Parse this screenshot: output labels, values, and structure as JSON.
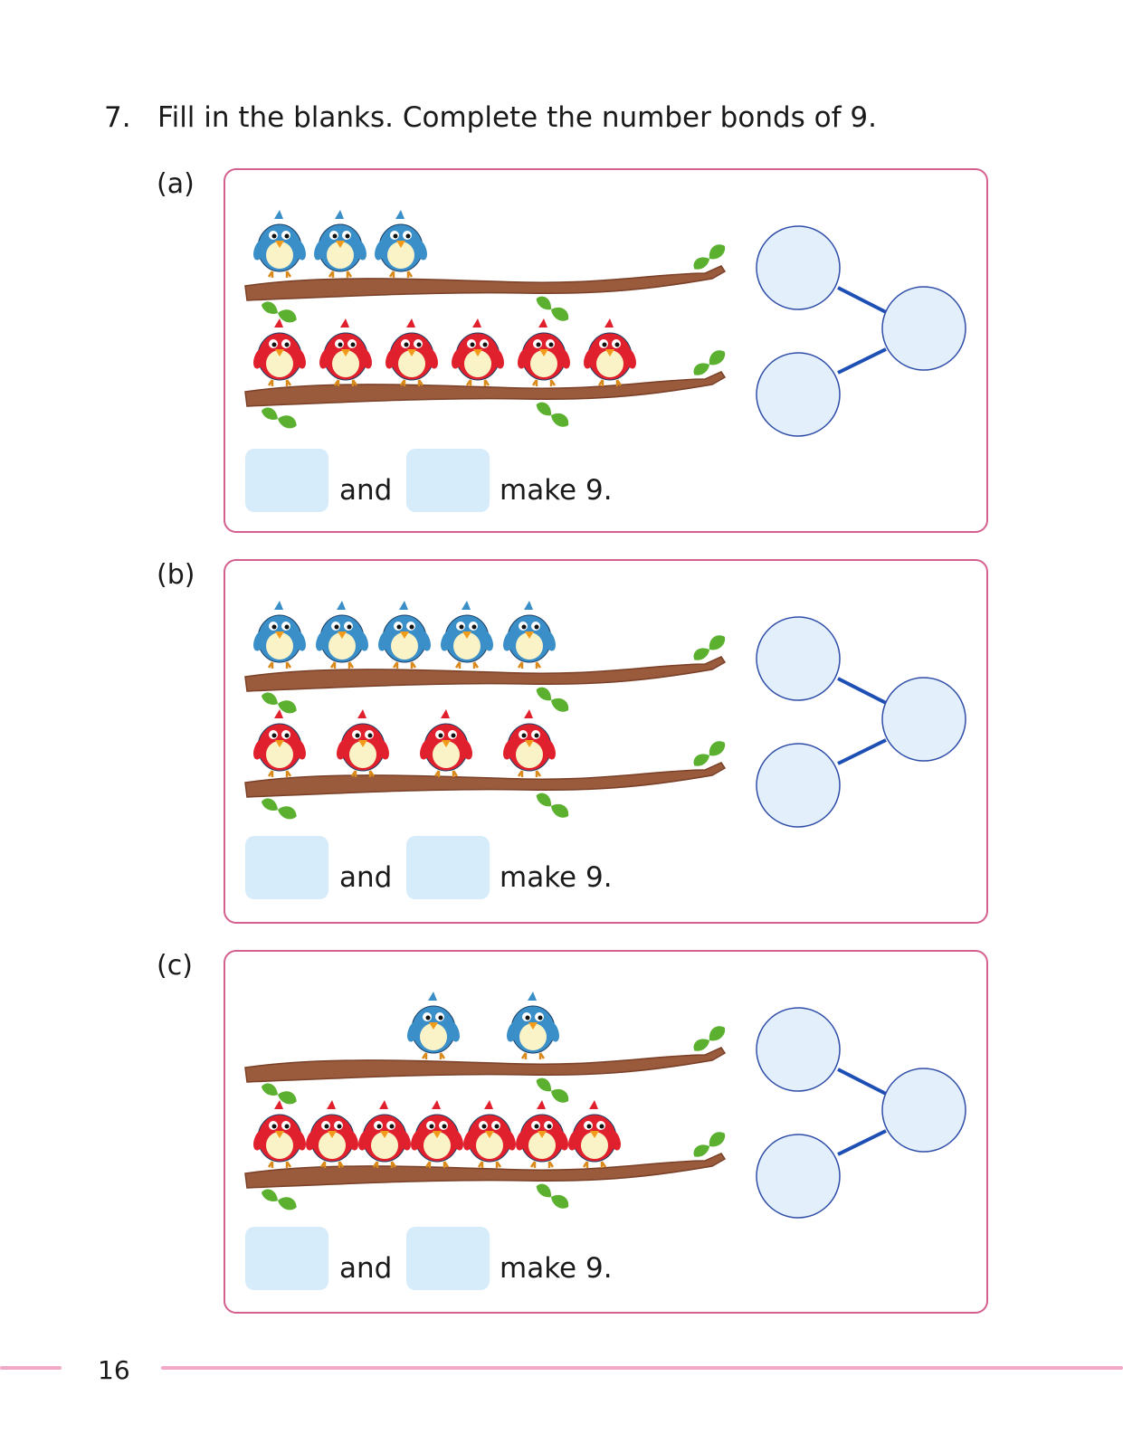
{
  "question": {
    "number": "7.",
    "text": "Fill in the blanks. Complete the number bonds of 9."
  },
  "parts": [
    {
      "label": "(a)",
      "top_row": {
        "color": "blue",
        "birds": 3
      },
      "bottom_row": {
        "color": "red",
        "birds": 6
      },
      "sentence": {
        "and": "and",
        "end": "make 9."
      }
    },
    {
      "label": "(b)",
      "top_row": {
        "color": "blue",
        "birds": 5
      },
      "bottom_row": {
        "color": "red",
        "birds": 4
      },
      "sentence": {
        "and": "and",
        "end": "make 9."
      }
    },
    {
      "label": "(c)",
      "top_row": {
        "color": "blue",
        "birds": 2
      },
      "bottom_row": {
        "color": "red",
        "birds": 7
      },
      "sentence": {
        "and": "and",
        "end": "make 9."
      }
    }
  ],
  "page_number": "16",
  "colors": {
    "panel_border": "#d4608f",
    "bond_circle_fill": "#e3f0fc",
    "bond_circle_stroke": "#2f4da8",
    "bond_line": "#1e4fb5",
    "blank_fill": "#d6ecfa",
    "branch": "#9a5a3c",
    "leaf": "#5cb030",
    "blue_bird": "#3a8fc8",
    "red_bird": "#e0202c",
    "footer_line": "#f2a9c8"
  },
  "icons": [
    "blue-bird-icon",
    "red-bird-icon",
    "branch-icon",
    "leaf-icon",
    "number-bond-diagram"
  ]
}
